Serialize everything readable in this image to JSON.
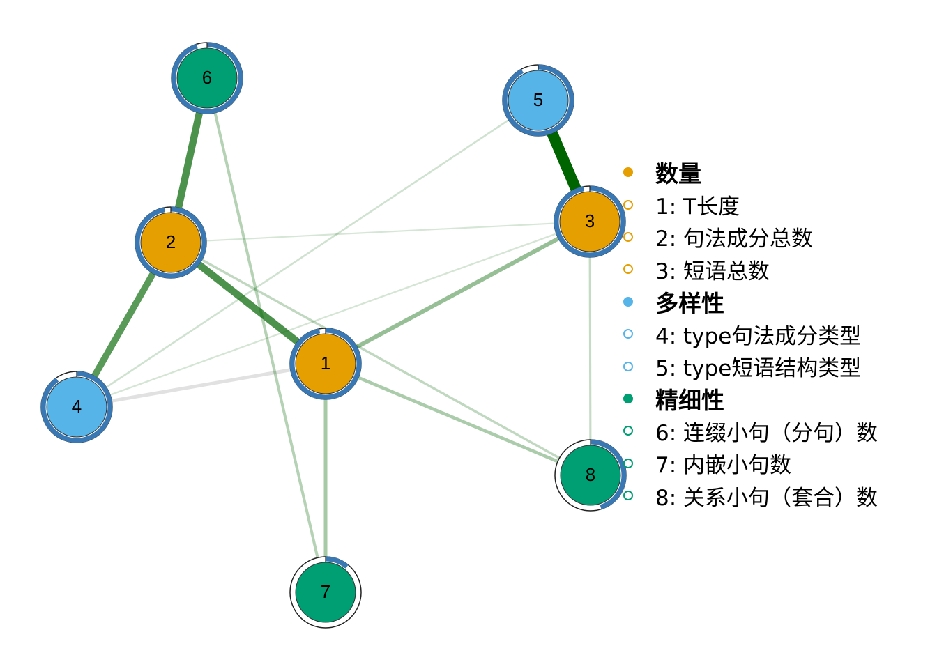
{
  "network": {
    "nodes": [
      {
        "id": "1",
        "group": "quantity"
      },
      {
        "id": "2",
        "group": "quantity"
      },
      {
        "id": "3",
        "group": "quantity"
      },
      {
        "id": "4",
        "group": "diversity"
      },
      {
        "id": "5",
        "group": "diversity"
      },
      {
        "id": "6",
        "group": "elaboration"
      },
      {
        "id": "7",
        "group": "elaboration"
      },
      {
        "id": "8",
        "group": "elaboration"
      }
    ],
    "predictability": [
      {
        "id": "1",
        "value": 0.97
      },
      {
        "id": "2",
        "value": 0.97
      },
      {
        "id": "3",
        "value": 0.97
      },
      {
        "id": "4",
        "value": 0.9
      },
      {
        "id": "5",
        "value": 0.92
      },
      {
        "id": "6",
        "value": 0.95
      },
      {
        "id": "7",
        "value": 0.11
      },
      {
        "id": "8",
        "value": 0.45
      }
    ],
    "edges": [
      {
        "from": "5",
        "to": "3",
        "weight": 0.9,
        "sign": "positive"
      },
      {
        "from": "6",
        "to": "2",
        "weight": 0.55,
        "sign": "positive"
      },
      {
        "from": "2",
        "to": "4",
        "weight": 0.5,
        "sign": "positive"
      },
      {
        "from": "2",
        "to": "1",
        "weight": 0.55,
        "sign": "positive"
      },
      {
        "from": "1",
        "to": "3",
        "weight": 0.28,
        "sign": "positive"
      },
      {
        "from": "1",
        "to": "7",
        "weight": 0.22,
        "sign": "positive"
      },
      {
        "from": "1",
        "to": "8",
        "weight": 0.2,
        "sign": "positive"
      },
      {
        "from": "1",
        "to": "4",
        "weight": 0.22,
        "sign": "negative"
      },
      {
        "from": "6",
        "to": "7",
        "weight": 0.16,
        "sign": "positive"
      },
      {
        "from": "2",
        "to": "8",
        "weight": 0.12,
        "sign": "positive"
      },
      {
        "from": "3",
        "to": "8",
        "weight": 0.1,
        "sign": "positive"
      },
      {
        "from": "4",
        "to": "5",
        "weight": 0.07,
        "sign": "positive"
      },
      {
        "from": "4",
        "to": "3",
        "weight": 0.05,
        "sign": "positive"
      },
      {
        "from": "2",
        "to": "3",
        "weight": 0.04,
        "sign": "positive"
      }
    ]
  },
  "colors": {
    "quantity": "#E69F00",
    "diversity": "#56B4E9",
    "elaboration": "#009E73",
    "ring": "#3A78B4",
    "ring_outline": "#444444",
    "edge_positive": "#006400",
    "edge_negative": "#AAAAAA"
  },
  "legend": {
    "groups": [
      {
        "key": "quantity",
        "label": "数量",
        "items": [
          "1: T长度",
          "2: 句法成分总数",
          "3: 短语总数"
        ]
      },
      {
        "key": "diversity",
        "label": "多样性",
        "items": [
          "4: type句法成分类型",
          "5: type短语结构类型"
        ]
      },
      {
        "key": "elaboration",
        "label": "精细性",
        "items": [
          "6: 连缀小句（分句）数",
          "7: 内嵌小句数",
          "8: 关系小句（套合）数"
        ]
      }
    ]
  }
}
